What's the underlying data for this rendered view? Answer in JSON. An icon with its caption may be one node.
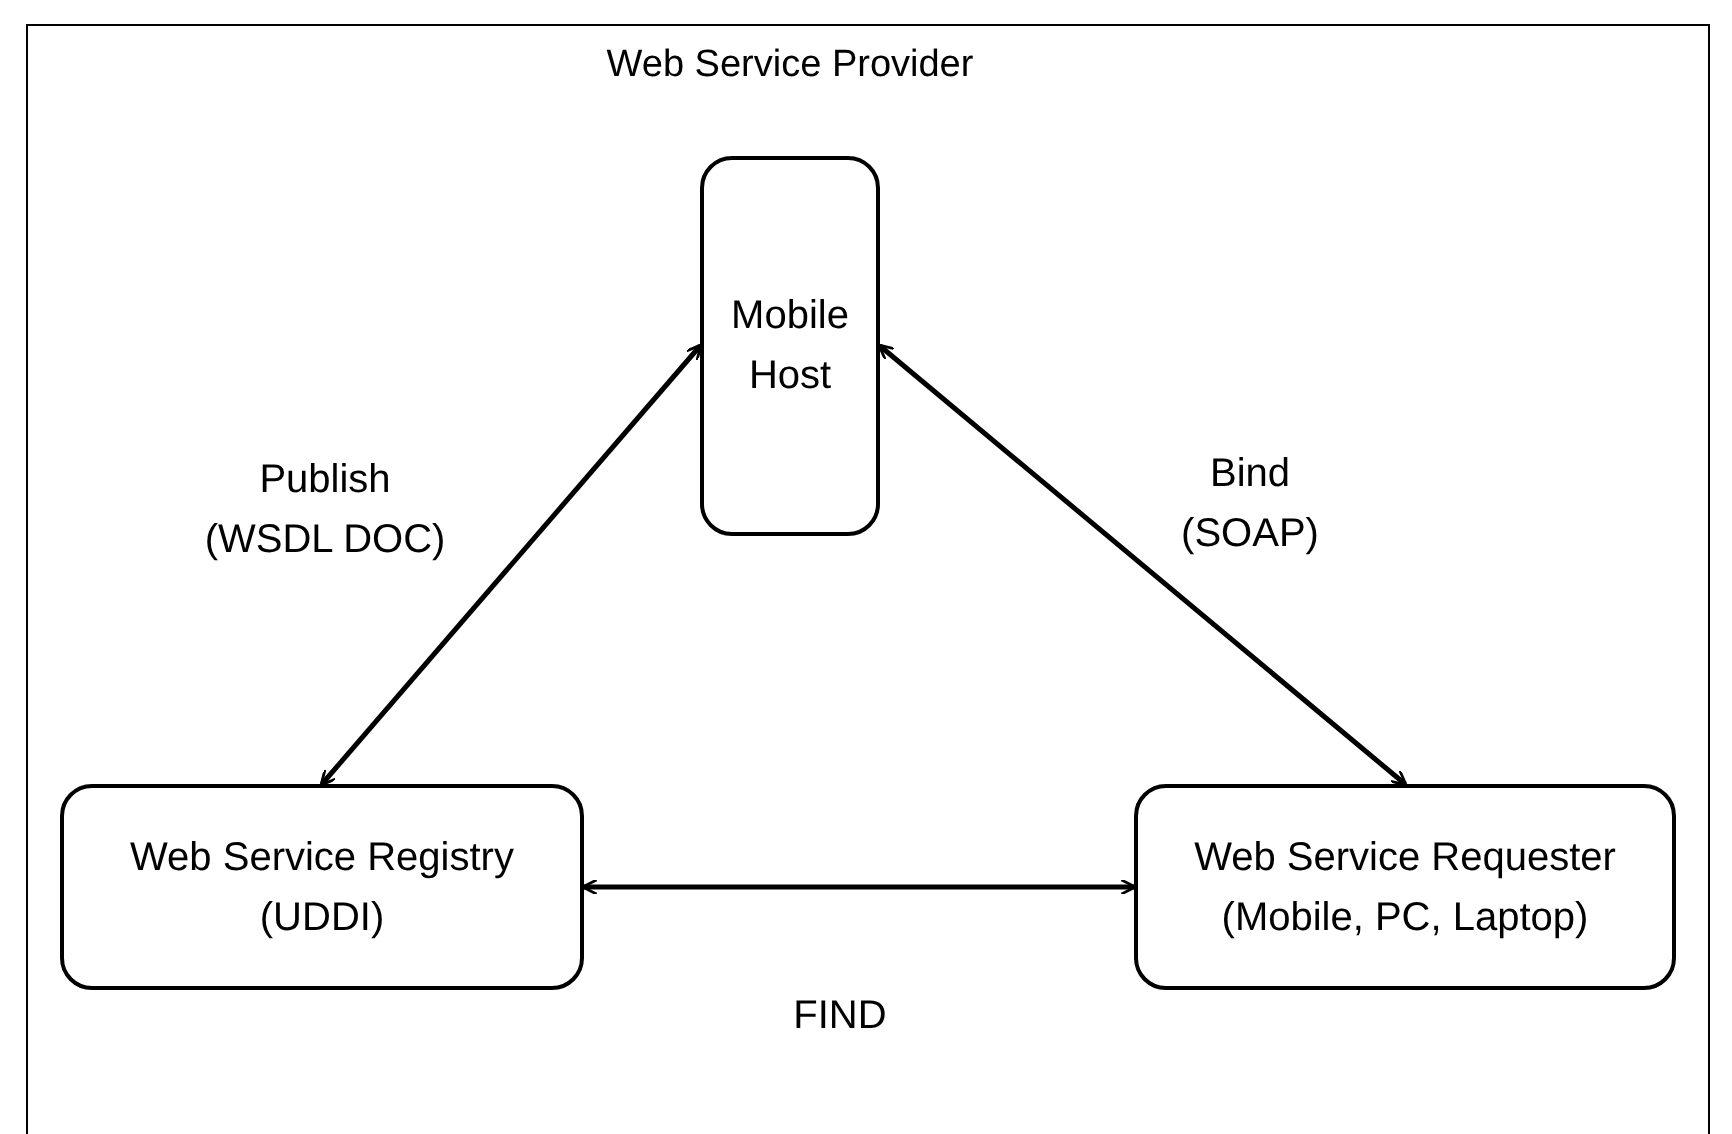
{
  "diagram": {
    "nodes": [
      {
        "text": [
          "Web Service Provider",
          "Mobile Host"
        ]
      },
      {
        "text": [
          "Web Service Registry",
          "(UDDI)"
        ]
      },
      {
        "text": [
          "Web Service Requester",
          "(Mobile, PC, Laptop)"
        ]
      }
    ],
    "edges": [
      {
        "from": 1,
        "to": 0,
        "arrow": "both",
        "label": "Publish (WSDL DOC)"
      },
      {
        "from": 0,
        "to": 2,
        "arrow": "both",
        "label": "Bind (SOAP)"
      },
      {
        "from": 1,
        "to": 2,
        "arrow": "both",
        "label": "FIND"
      }
    ]
  }
}
